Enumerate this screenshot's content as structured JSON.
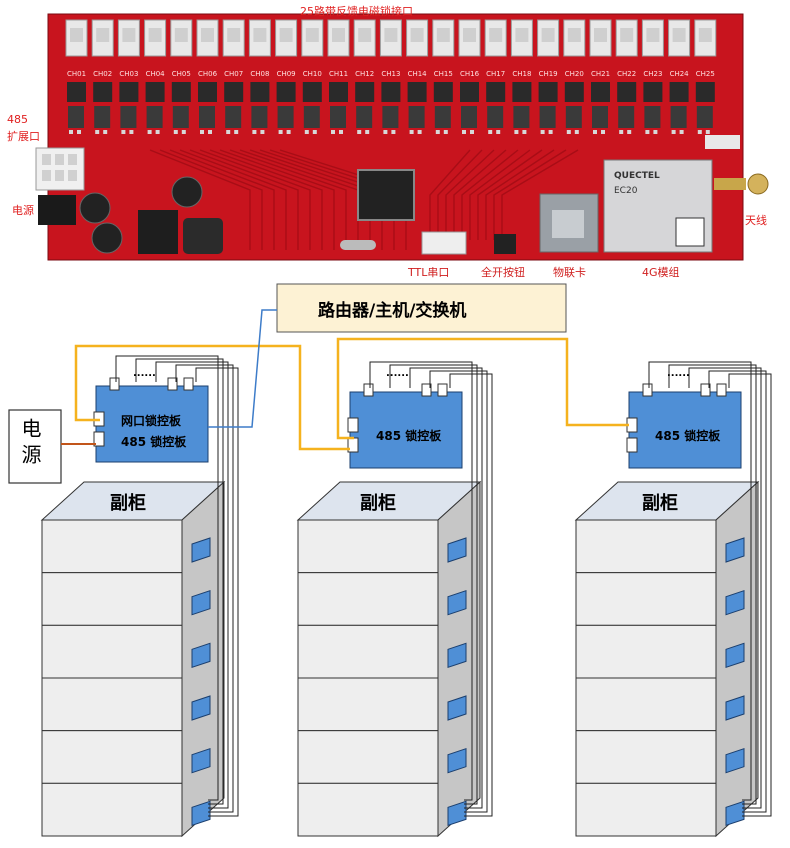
{
  "pcb": {
    "title": "25路带反馈电磁锁接口",
    "port_485_line1": "485",
    "port_485_line2": "扩展口",
    "power": "电源",
    "antenna": "天线",
    "ttl": "TTL串口",
    "open_all": "全开按钮",
    "iot_card": "物联卡",
    "module_4g": "4G模组",
    "channels": [
      "CH01",
      "CH02",
      "CH03",
      "CH04",
      "CH05",
      "CH06",
      "CH07",
      "CH08",
      "CH09",
      "CH10",
      "CH11",
      "CH12",
      "CH13",
      "CH14",
      "CH15",
      "CH16",
      "CH17",
      "CH18",
      "CH19",
      "CH20",
      "CH21",
      "CH22",
      "CH23",
      "CH24",
      "CH25"
    ],
    "chip_brand": "QUECTEL",
    "chip_model": "EC20",
    "pcb_color": "#c8141e"
  },
  "diagram": {
    "router": "路由器/主机/交换机",
    "power": "电源",
    "board_net_line1": "网口锁控板",
    "board_net_line2": "485 锁控板",
    "board_485": "485 锁控板",
    "dots": "......",
    "cabinets": [
      "副柜",
      "副柜",
      "副柜"
    ],
    "drawers_per_cabinet": 6,
    "colors": {
      "board": "#4f8fd6",
      "router_bg": "#fdf2d4",
      "cabinet_front": "#eeeeee",
      "cabinet_top": "#dde4ee",
      "cabinet_side": "#c6c6c6",
      "bus_485": "#f5b21e",
      "ethernet": "#3d7cc9",
      "power_wire": "#c2551a"
    }
  }
}
